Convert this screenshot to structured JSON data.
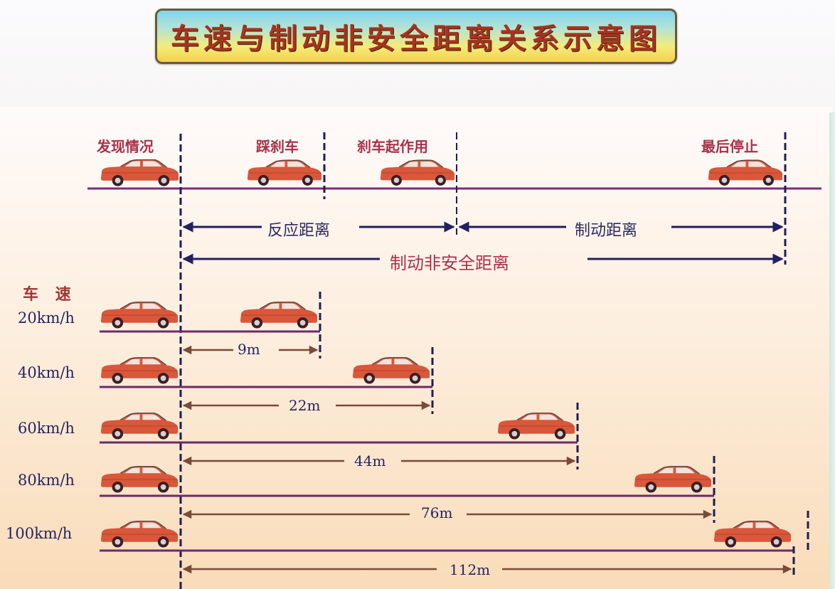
{
  "title": "车速与制动非安全距离关系示意图",
  "stages": [
    {
      "label": "发现情况"
    },
    {
      "label": "踩刹车"
    },
    {
      "label": "刹车起作用"
    },
    {
      "label": "最后停止"
    }
  ],
  "segments": {
    "reaction": "反应距离",
    "braking": "制动距离",
    "unsafe_total": "制动非安全距离"
  },
  "speed_header": "车 速",
  "rows": [
    {
      "speed": "20km/h",
      "distance": "9m",
      "distance_m": 9
    },
    {
      "speed": "40km/h",
      "distance": "22m",
      "distance_m": 22
    },
    {
      "speed": "60km/h",
      "distance": "44m",
      "distance_m": 44
    },
    {
      "speed": "80km/h",
      "distance": "76m",
      "distance_m": 76
    },
    {
      "speed": "100km/h",
      "distance": "112m",
      "distance_m": 112
    }
  ],
  "colors": {
    "car_body": "#d9573a",
    "road_line": "#6b2a6b",
    "arrow_dark": "#232060",
    "arrow_brown": "#7a4a3a",
    "stage_text": "#a8324a"
  }
}
